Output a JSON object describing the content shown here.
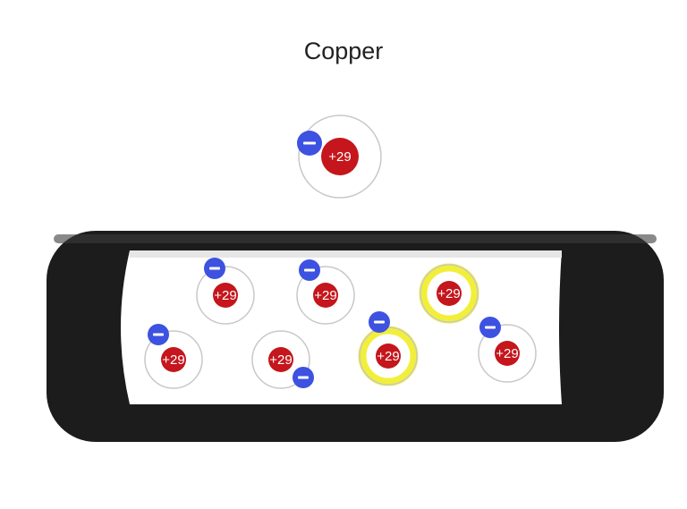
{
  "title": "Copper",
  "colors": {
    "nucleus": "#c4161c",
    "electron": "#3d52e0",
    "orbit": "#c8c8c8",
    "highlight_ring": "#f2ef3a",
    "tube": "#1c1c1c",
    "tube_inner": "#ffffff"
  },
  "atoms": [
    {
      "id": "free-atom",
      "label": "+29",
      "has_electron": true,
      "highlighted": false
    },
    {
      "id": "atom-1",
      "label": "+29",
      "has_electron": true,
      "highlighted": false
    },
    {
      "id": "atom-2",
      "label": "+29",
      "has_electron": true,
      "highlighted": false
    },
    {
      "id": "atom-3",
      "label": "+29",
      "has_electron": false,
      "highlighted": true
    },
    {
      "id": "atom-4",
      "label": "+29",
      "has_electron": true,
      "highlighted": false
    },
    {
      "id": "atom-5",
      "label": "+29",
      "has_electron": true,
      "highlighted": false
    },
    {
      "id": "atom-6",
      "label": "+29",
      "has_electron": true,
      "highlighted": true
    },
    {
      "id": "atom-7",
      "label": "+29",
      "has_electron": true,
      "highlighted": false
    }
  ]
}
